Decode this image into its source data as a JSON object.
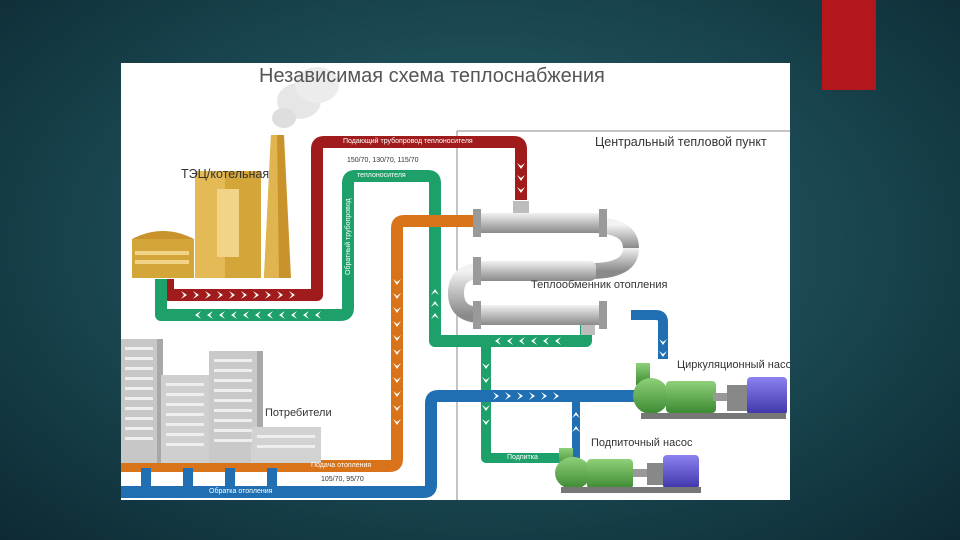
{
  "slide": {
    "title": "Независимая схема теплоснабжения",
    "accent_color": "#b3161b"
  },
  "diagram": {
    "source": "ТЭЦ/котельная",
    "supply_pipe_label": "Подающий трубопровод теплоносителя",
    "supply_temps": "150/70, 130/70, 115/70",
    "return_pipe_label_vertical": "Обратный трубопровод",
    "return_pipe_label": "теплоносителя",
    "central_point": "Центральный тепловой пункт",
    "heat_exchanger": "Теплообменник отопления",
    "circulation_pump": "Циркуляционный насос",
    "makeup_pump": "Подпиточный насос",
    "consumers": "Потребители",
    "heating_supply": "Подача отопления",
    "heating_temps": "105/70, 95/70",
    "heating_return": "Обратка отопления",
    "makeup_label": "Подпитка",
    "colors": {
      "supply_primary": "#a01c1c",
      "return_primary": "#1ea06a",
      "heating_supply": "#d9731a",
      "heating_return": "#1f6fb2",
      "plant": "#d4a63a",
      "pump_body": "#5aa64a",
      "motor": "#5a4fc4"
    }
  }
}
